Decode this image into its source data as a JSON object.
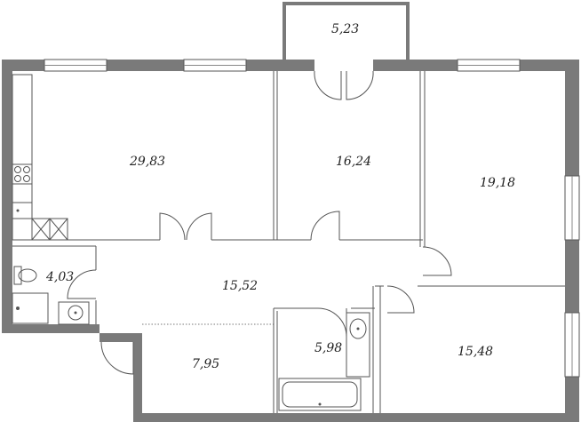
{
  "floor_plan": {
    "rooms": [
      {
        "id": "balcony",
        "area": "5,23"
      },
      {
        "id": "living-kitchen",
        "area": "29,83"
      },
      {
        "id": "bedroom-middle",
        "area": "16,24"
      },
      {
        "id": "bedroom-right-upper",
        "area": "19,18"
      },
      {
        "id": "bathroom-small",
        "area": "4,03"
      },
      {
        "id": "hallway",
        "area": "15,52"
      },
      {
        "id": "storage",
        "area": "7,95"
      },
      {
        "id": "bathroom",
        "area": "5,98"
      },
      {
        "id": "bedroom-right-lower",
        "area": "15,48"
      }
    ],
    "colors": {
      "wall": "#7a7a7a",
      "line": "#555555",
      "background": "#ffffff"
    }
  }
}
